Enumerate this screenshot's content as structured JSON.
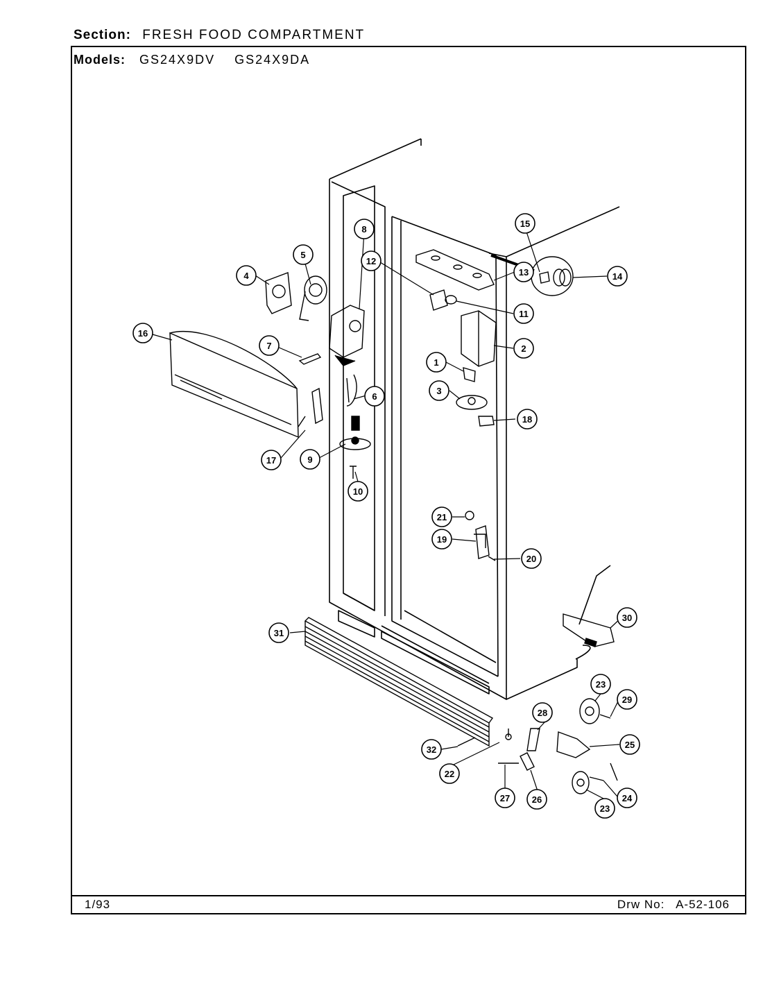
{
  "header": {
    "section_label": "Section:",
    "section_value": "FRESH FOOD COMPARTMENT",
    "models_label": "Models:",
    "model_1": "GS24X9DV",
    "model_2": "GS24X9DA"
  },
  "footer": {
    "date": "1/93",
    "drawing_label": "Drw No:",
    "drawing_number": "A-52-106"
  },
  "callouts": [
    {
      "id": "c1",
      "label": "1"
    },
    {
      "id": "c2",
      "label": "2"
    },
    {
      "id": "c3",
      "label": "3"
    },
    {
      "id": "c4",
      "label": "4"
    },
    {
      "id": "c5",
      "label": "5"
    },
    {
      "id": "c6",
      "label": "6"
    },
    {
      "id": "c7",
      "label": "7"
    },
    {
      "id": "c8",
      "label": "8"
    },
    {
      "id": "c9",
      "label": "9"
    },
    {
      "id": "c10",
      "label": "10"
    },
    {
      "id": "c11",
      "label": "11"
    },
    {
      "id": "c12",
      "label": "12"
    },
    {
      "id": "c13",
      "label": "13"
    },
    {
      "id": "c14",
      "label": "14"
    },
    {
      "id": "c15",
      "label": "15"
    },
    {
      "id": "c16",
      "label": "16"
    },
    {
      "id": "c17",
      "label": "17"
    },
    {
      "id": "c18",
      "label": "18"
    },
    {
      "id": "c19",
      "label": "19"
    },
    {
      "id": "c20",
      "label": "20"
    },
    {
      "id": "c21",
      "label": "21"
    },
    {
      "id": "c22",
      "label": "22"
    },
    {
      "id": "c23a",
      "label": "23"
    },
    {
      "id": "c23b",
      "label": "23"
    },
    {
      "id": "c24",
      "label": "24"
    },
    {
      "id": "c25",
      "label": "25"
    },
    {
      "id": "c26",
      "label": "26"
    },
    {
      "id": "c27",
      "label": "27"
    },
    {
      "id": "c28",
      "label": "28"
    },
    {
      "id": "c29",
      "label": "29"
    },
    {
      "id": "c30",
      "label": "30"
    },
    {
      "id": "c31",
      "label": "31"
    },
    {
      "id": "c32",
      "label": "32"
    }
  ]
}
